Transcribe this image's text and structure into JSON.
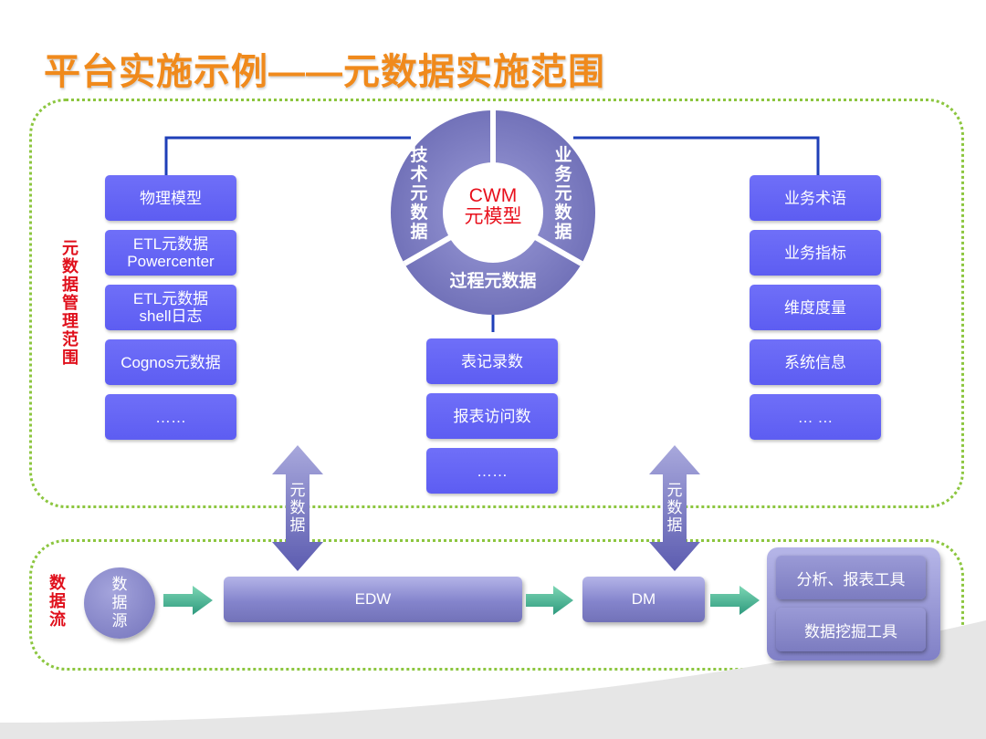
{
  "title": "平台实施示例——元数据实施范围",
  "left_section_label": "元数据管理范围",
  "bottom_section_label": "数据流",
  "wheel": {
    "center_line1": "CWM",
    "center_line2": "元模型",
    "left_segment": "技术元数据",
    "right_segment": "业务元数据",
    "bottom_segment": "过程元数据"
  },
  "left_column": [
    "物理模型",
    "ETL元数据\nPowercenter",
    "ETL元数据\nshell日志",
    "Cognos元数据",
    "……"
  ],
  "center_column": [
    "表记录数",
    "报表访问数",
    "……"
  ],
  "right_column": [
    "业务术语",
    "业务指标",
    "维度度量",
    "系统信息",
    "… …"
  ],
  "arrow_label_left": "元数据",
  "arrow_label_right": "元数据",
  "flow": {
    "source": "数据源",
    "edw": "EDW",
    "dm": "DM",
    "tools": [
      "分析、报表工具",
      "数据挖掘工具"
    ]
  },
  "colors": {
    "title": "#f08a1c",
    "box": "#6565f4",
    "region_border": "#8cc63f",
    "section_label": "#e0101c",
    "flow_arrow": "#3aa88a"
  }
}
